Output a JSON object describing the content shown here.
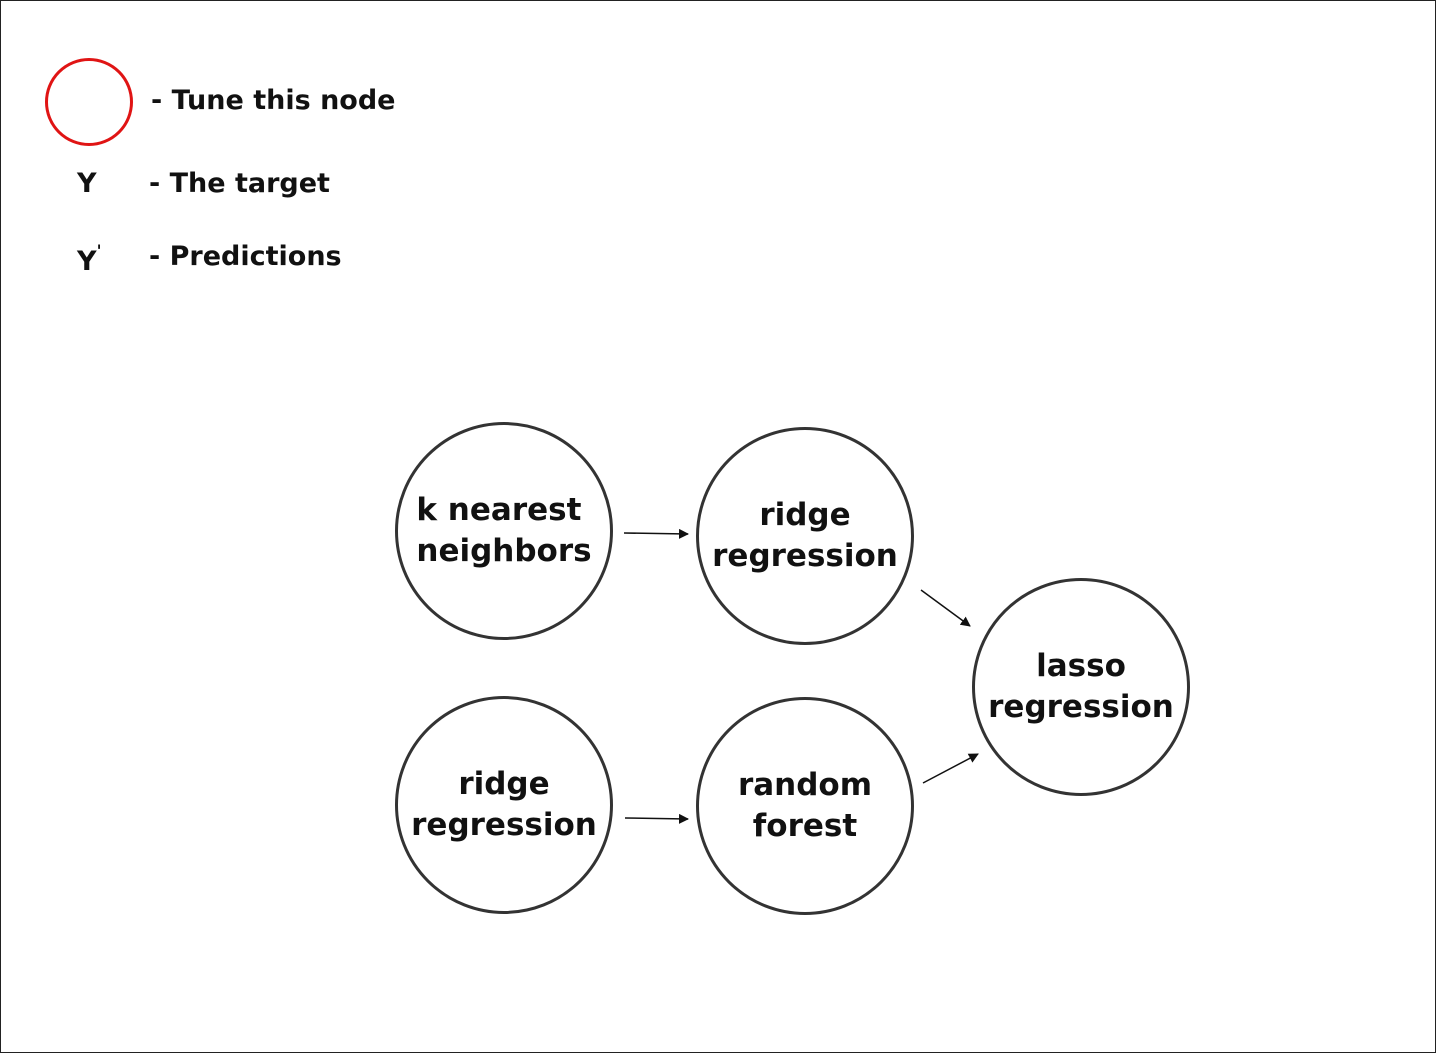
{
  "legend": {
    "tune_label": "- Tune this node",
    "target_symbol": "Y",
    "target_label": "-  The target",
    "pred_symbol": "Y",
    "pred_sup": "'",
    "pred_label": "-  Predictions",
    "tune_color": "#e01414"
  },
  "nodes": {
    "knn": "k nearest\nneighbors",
    "ridge_top": "ridge\nregression",
    "ridge_bottom": "ridge\nregression",
    "random_forest": "random\nforest",
    "lasso": "lasso\nregression"
  },
  "edges": [
    {
      "from": "knn",
      "to": "ridge_top"
    },
    {
      "from": "ridge_top",
      "to": "lasso"
    },
    {
      "from": "ridge_bottom",
      "to": "random_forest"
    },
    {
      "from": "random_forest",
      "to": "lasso"
    }
  ]
}
